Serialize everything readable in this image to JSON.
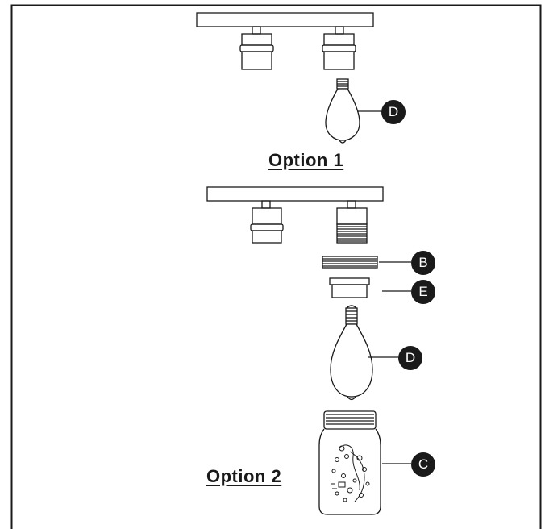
{
  "options": {
    "option1_title": "Option 1",
    "option2_title": "Option 2"
  },
  "callouts": {
    "d_option1": "D",
    "b": "B",
    "e": "E",
    "d_option2": "D",
    "c": "C"
  },
  "colors": {
    "ink": "#1a1a1a",
    "background": "#ffffff"
  }
}
